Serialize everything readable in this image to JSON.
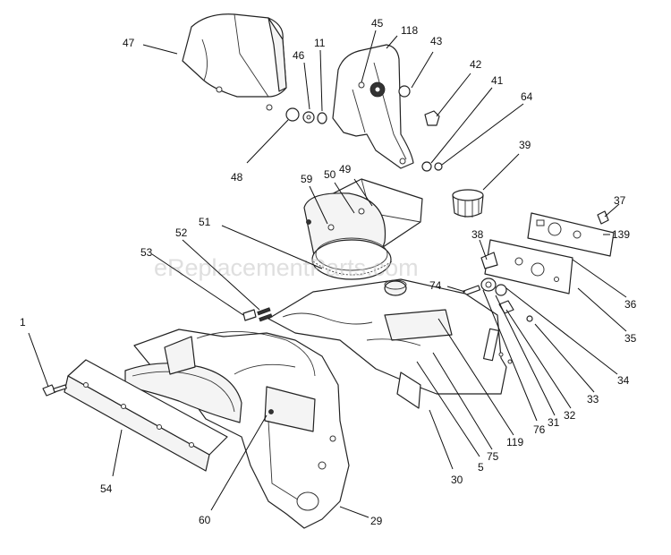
{
  "watermark": "eReplacementParts.com",
  "callouts": [
    "47",
    "46",
    "11",
    "45",
    "118",
    "43",
    "42",
    "41",
    "64",
    "48",
    "39",
    "59",
    "50",
    "49",
    "37",
    "139",
    "51",
    "52",
    "53",
    "38",
    "74",
    "36",
    "1",
    "35",
    "34",
    "33",
    "32",
    "31",
    "76",
    "119",
    "75",
    "5",
    "30",
    "54",
    "60",
    "29"
  ]
}
